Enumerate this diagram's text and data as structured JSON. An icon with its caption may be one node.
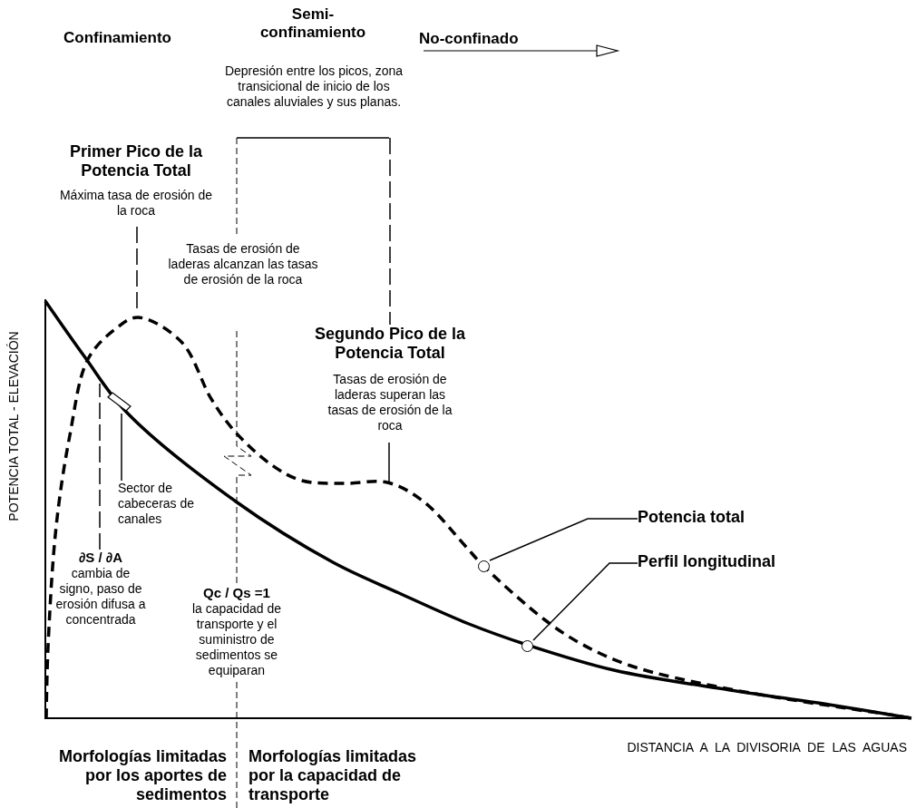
{
  "diagram": {
    "nodes": [
      {
        "text": [
          "Depresión entre los picos, zona transicional de inicio de los canales aluviales y sus planas."
        ]
      },
      {
        "text": [
          "Primer Pico de la Potencia Total",
          "Máxima tasa de erosión de la roca"
        ]
      },
      {
        "text": [
          "Segundo Pico de la Potencia Total",
          "Tasas de erosión de laderas superan las tasas de erosión de la roca"
        ]
      },
      {
        "text": [],
        "shape": "box"
      },
      {
        "text": [
          "Sector de cabeceras de canales"
        ]
      },
      {
        "text": [
          "∂S / ∂A",
          "cambia de signo, paso de erosión difusa a concentrada"
        ]
      },
      {
        "text": [
          "Qc / Qs =1",
          "la capacidad de transporte y el suministro de sedimentos se equiparan"
        ]
      },
      {
        "text": [],
        "shape": "circle"
      },
      {
        "text": [],
        "shape": "circle"
      },
      {
        "text": [
          "Potencia total"
        ]
      },
      {
        "text": [
          "Perfil longitudinal"
        ]
      }
    ],
    "edges": [
      {
        "from": 0,
        "to": 2,
        "arrow": "none",
        "style": "dashed"
      },
      {
        "from": 1,
        "to": null,
        "arrow": "none",
        "style": "dashed"
      },
      {
        "from": 2,
        "to": null,
        "arrow": "none"
      },
      {
        "from": 4,
        "to": 3,
        "arrow": "none"
      },
      {
        "from": 5,
        "to": null,
        "arrow": "none",
        "style": "dashed"
      },
      {
        "from": 9,
        "to": 7,
        "arrow": "none"
      },
      {
        "from": 10,
        "to": 8,
        "arrow": "none"
      }
    ],
    "labels": [
      "Confinamiento",
      "Semi- confinamiento",
      "No-confinado",
      "Tasas de erosión de laderas alcanzan las tasas de erosión de la roca",
      "POTENCIA TOTAL - ELEVACIÓN",
      "DISTANCIA A LA DIVISORIA DE LAS AGUAS",
      "Morfologías limitadas por los aportes de sedimentos",
      "Morfologías limitadas por la capacidad de transporte"
    ]
  }
}
